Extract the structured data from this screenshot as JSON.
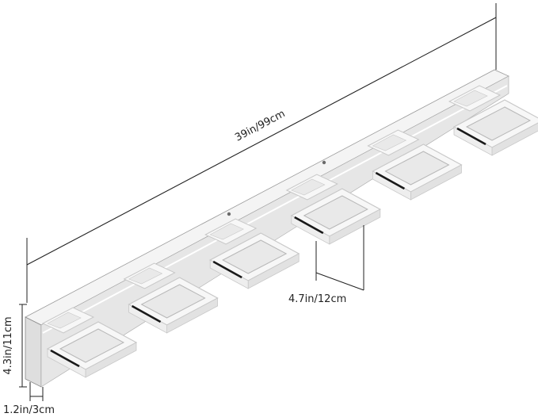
{
  "dimensions": {
    "length": "39in/99cm",
    "spacing": "4.7in/12cm",
    "height": "4.3in/11cm",
    "depth": "1.2in/3cm"
  },
  "fixture": {
    "light_count": 6
  },
  "colors": {
    "line": "#222222",
    "bar_top": "#f4f4f4",
    "bar_face": "#dcdcdc",
    "bar_edge": "#8a8a8a",
    "acrylic": "#f7f7f7",
    "acrylic_edge": "#c8c8c8",
    "diffuser": "#e9e9e9",
    "shadow": "#1a1a1a"
  }
}
